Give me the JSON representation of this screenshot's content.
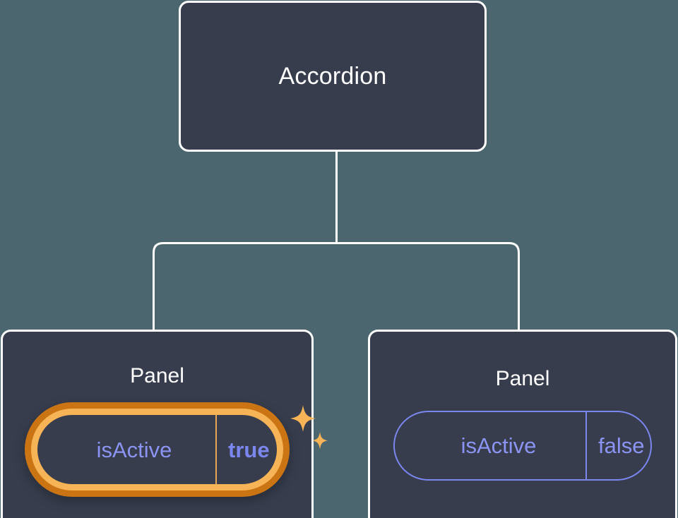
{
  "diagram": {
    "type": "component-tree",
    "background_color": "#4c6670",
    "node_fill_color": "#373d4d",
    "node_border_color": "#ffffff",
    "connector_color": "#ffffff",
    "accent_orange_outer": "#cb7414",
    "accent_orange_inner": "#f7b457",
    "accent_periwinkle": "#7b86ef",
    "root": {
      "label": "Accordion"
    },
    "children": [
      {
        "label": "Panel",
        "highlighted": true,
        "prop": {
          "key": "isActive",
          "value": "true"
        },
        "decoration": "sparkles-icon"
      },
      {
        "label": "Panel",
        "highlighted": false,
        "prop": {
          "key": "isActive",
          "value": "false"
        }
      }
    ]
  }
}
